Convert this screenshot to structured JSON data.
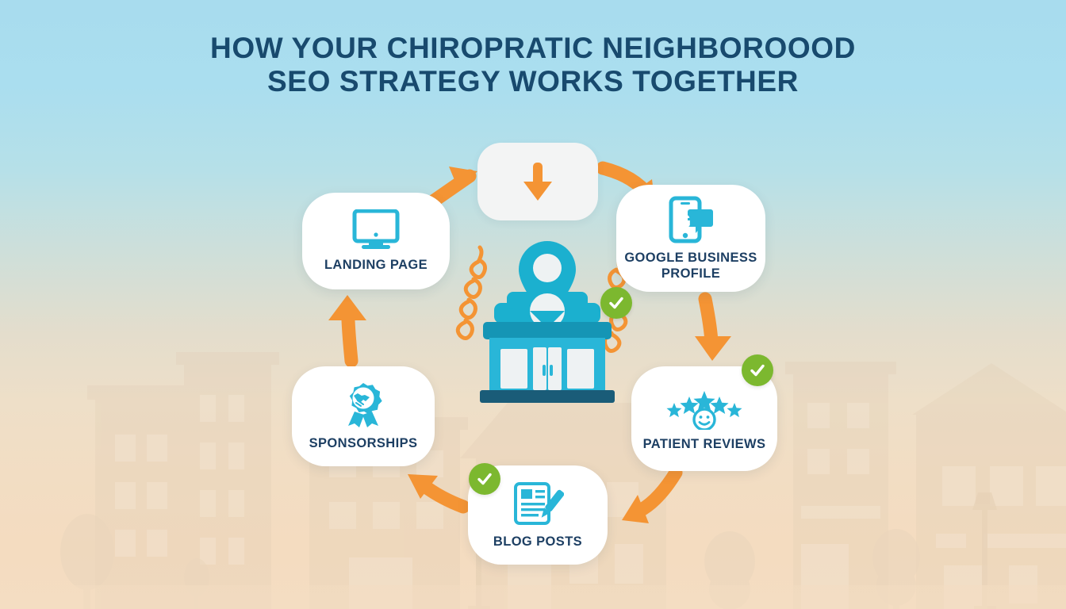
{
  "title": {
    "line1": "HOW YOUR CHIROPRATIC NEIGHBOROOOD",
    "line2": "SEO STRATEGY WORKS TOGETHER"
  },
  "colors": {
    "title_text": "#184a6e",
    "label_text": "#1d3f63",
    "accent_cyan": "#29b6d8",
    "accent_cyan_dark": "#1595b5",
    "accent_orange": "#f49434",
    "check_green": "#7cb82f",
    "card_white": "#ffffff",
    "card_top_gray": "#f3f4f4",
    "sky_top": "#a8dcee",
    "ground_bottom": "#f5ddc2"
  },
  "nodes": [
    {
      "id": "top",
      "label": "",
      "icon": "down-arrow-icon",
      "has_check": false
    },
    {
      "id": "landing-page",
      "label": "LANDING PAGE",
      "icon": "desktop-monitor-icon",
      "has_check": false
    },
    {
      "id": "google-business-profile",
      "label": "GOOGLE BUSINESS PROFILE",
      "icon": "phone-chat-google-icon",
      "has_check": false
    },
    {
      "id": "patient-reviews",
      "label": "PATIENT REVIEWS",
      "icon": "five-stars-smiley-icon",
      "has_check": true
    },
    {
      "id": "blog-posts",
      "label": "BLOG POSTS",
      "icon": "document-pen-icon",
      "has_check": true
    },
    {
      "id": "sponsorships",
      "label": "SPONSORSHIPS",
      "icon": "handshake-ribbon-icon",
      "has_check": false
    }
  ],
  "center": {
    "icon": "storefront-location-pin-icon",
    "has_check": true,
    "decorations": "orange-spiral-confetti"
  },
  "flow": {
    "sequence": [
      "landing-page",
      "top",
      "google-business-profile",
      "patient-reviews",
      "blog-posts",
      "sponsorships",
      "landing-page"
    ],
    "arrow_count": 6,
    "arrow_color": "#f49434"
  },
  "background": {
    "scene": "town-street-silhouette",
    "elements": [
      "buildings",
      "house",
      "street-lamp",
      "trees"
    ]
  }
}
